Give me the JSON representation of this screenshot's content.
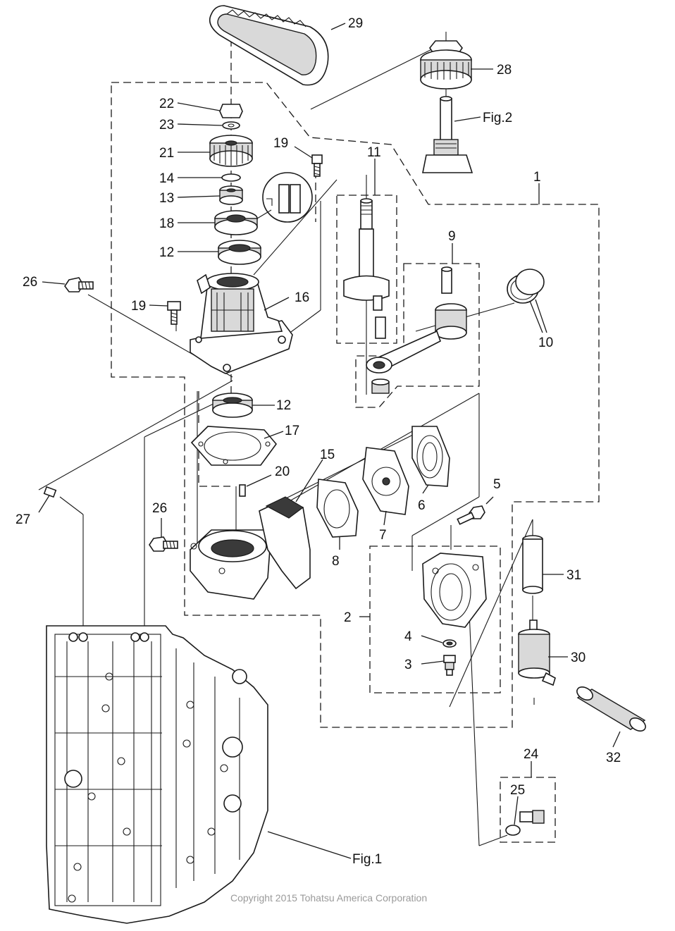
{
  "diagram": {
    "callouts": [
      "1",
      "2",
      "3",
      "4",
      "5",
      "6",
      "7",
      "8",
      "9",
      "10",
      "11",
      "12",
      "12",
      "13",
      "14",
      "15",
      "16",
      "17",
      "18",
      "19",
      "19",
      "20",
      "21",
      "22",
      "23",
      "24",
      "25",
      "26",
      "26",
      "27",
      "28",
      "29",
      "30",
      "31",
      "32"
    ],
    "figure_refs": [
      "Fig.1",
      "Fig.2"
    ],
    "copyright": "Copyright 2015 Tohatsu America Corporation"
  }
}
